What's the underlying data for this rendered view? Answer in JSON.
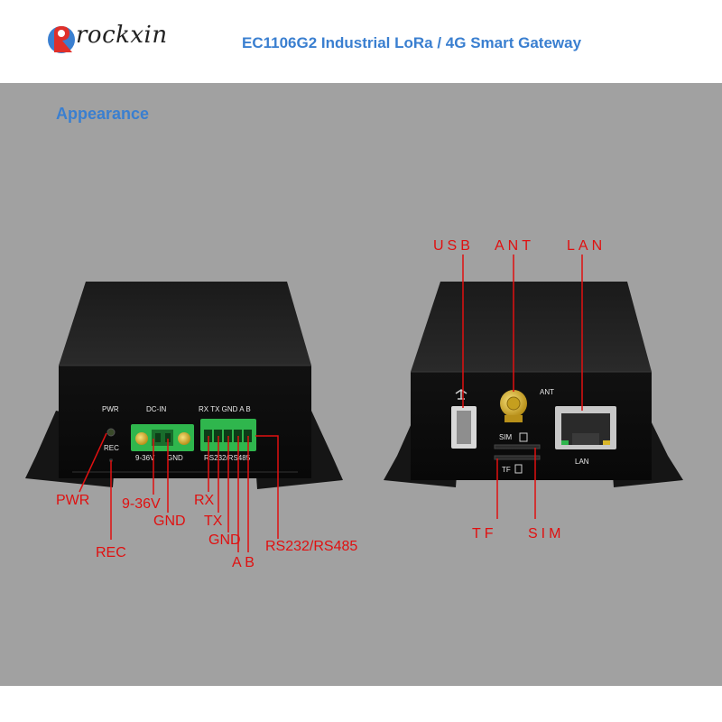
{
  "brand": {
    "name": "rockxin"
  },
  "header": {
    "title": "EC1106G2 Industrial LoRa / 4G Smart Gateway"
  },
  "section": {
    "title": "Appearance"
  },
  "front_panel": {
    "labels": {
      "pwr": "PWR",
      "rec": "REC",
      "dc_in": "DC-IN",
      "voltage": "9-36V",
      "gnd": "GND",
      "serial_pins": "RX TX GND  A  B",
      "serial_mode": "RS232/RS485"
    },
    "callouts": {
      "pwr": "PWR",
      "rec": "REC",
      "voltage": "9-36V",
      "gnd_power": "GND",
      "rx": "RX",
      "tx": "TX",
      "gnd_serial": "GND",
      "ab": "A B",
      "serial": "RS232/RS485"
    }
  },
  "rear_panel": {
    "labels": {
      "ant": "ANT",
      "sim": "SIM",
      "tf": "TF",
      "lan": "LAN"
    },
    "callouts": {
      "usb": "USB",
      "ant": "ANT",
      "lan": "LAN",
      "tf": "TF",
      "sim": "SIM"
    }
  },
  "colors": {
    "accent_blue": "#3a7fd0",
    "callout_red": "#e01010",
    "terminal_green": "#2fb64d",
    "connector_gold": "#d8b528",
    "background": "#a1a1a1"
  }
}
